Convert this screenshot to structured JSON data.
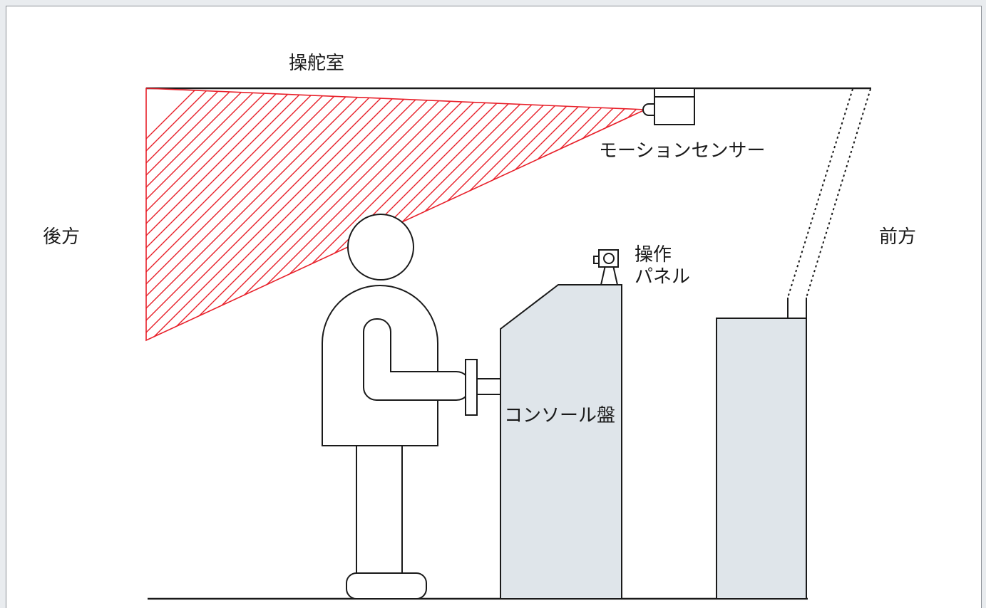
{
  "labels": {
    "bridge": "操舵室",
    "rear": "後方",
    "front": "前方",
    "motion_sensor": "モーションセンサー",
    "operation_panel_line1": "操作",
    "operation_panel_line2": "パネル",
    "console": "コンソール盤"
  },
  "colors": {
    "detection_zone": "#e8202a",
    "equipment_fill": "#dfe5ea",
    "line": "#1a1a1a",
    "background": "#e9ecef"
  }
}
